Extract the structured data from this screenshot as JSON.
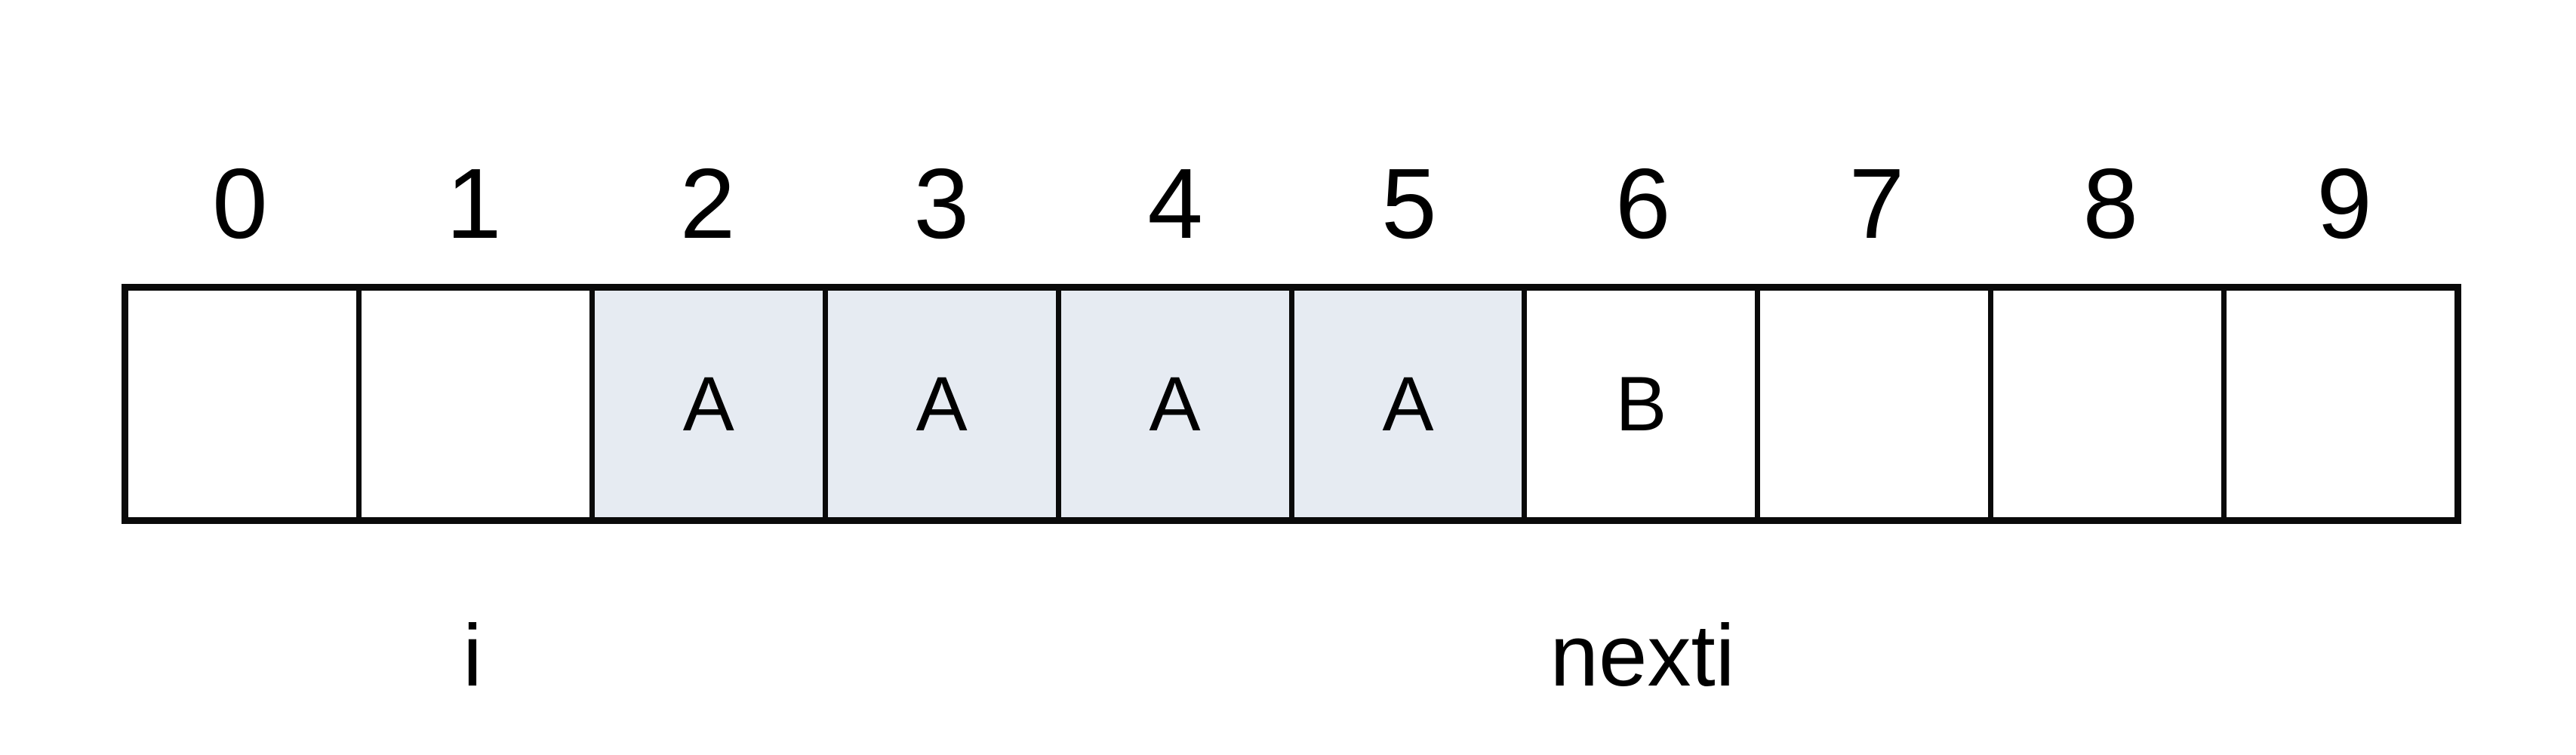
{
  "diagram": {
    "description": "array-with-pointers",
    "indices": [
      "0",
      "1",
      "2",
      "3",
      "4",
      "5",
      "6",
      "7",
      "8",
      "9"
    ],
    "cells": [
      {
        "index": "0",
        "value": "",
        "highlighted": false
      },
      {
        "index": "1",
        "value": "",
        "highlighted": false
      },
      {
        "index": "2",
        "value": "A",
        "highlighted": true
      },
      {
        "index": "3",
        "value": "A",
        "highlighted": true
      },
      {
        "index": "4",
        "value": "A",
        "highlighted": true
      },
      {
        "index": "5",
        "value": "A",
        "highlighted": true
      },
      {
        "index": "6",
        "value": "B",
        "highlighted": false
      },
      {
        "index": "7",
        "value": "",
        "highlighted": false
      },
      {
        "index": "8",
        "value": "",
        "highlighted": false
      },
      {
        "index": "9",
        "value": "",
        "highlighted": false
      }
    ],
    "pointers": [
      {
        "label": "i",
        "cell_index": 1
      },
      {
        "label": "nexti",
        "cell_index": 6
      }
    ],
    "colors": {
      "highlight_fill": "#E6EBF2",
      "border": "#0a0a0a",
      "background": "#ffffff",
      "text": "#000000"
    }
  }
}
